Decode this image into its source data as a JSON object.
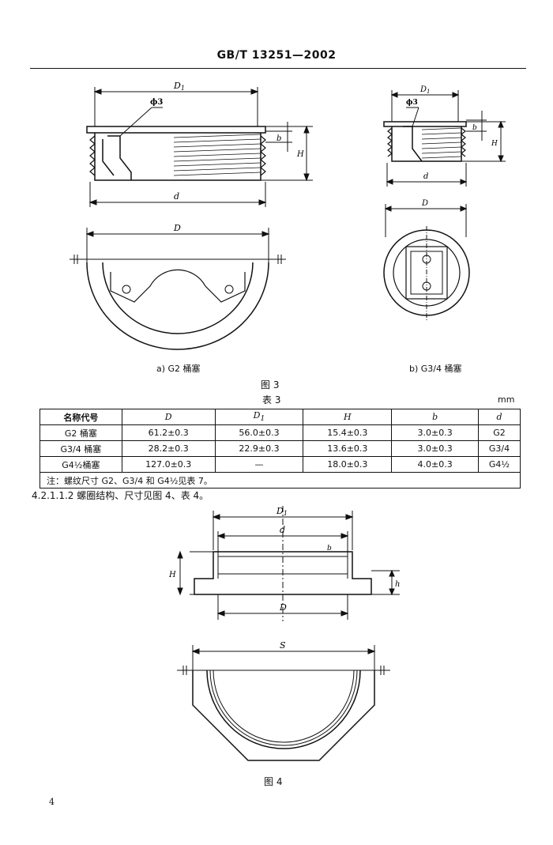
{
  "header": {
    "standard": "GB/T 13251—2002"
  },
  "figure3": {
    "caption_a": "a) G2 桶塞",
    "caption_b": "b) G3/4 桶塞",
    "title": "图 3",
    "labels": {
      "D1": "D",
      "D1_sub": "1",
      "phi3": "ϕ3",
      "b": "b",
      "H": "H",
      "d": "d",
      "D": "D"
    }
  },
  "table3": {
    "title": "表 3",
    "unit": "mm",
    "headers": [
      "名称代号",
      "D",
      "D",
      "H",
      "b",
      "d"
    ],
    "header_sub": [
      "",
      "",
      "1",
      "",
      "",
      ""
    ],
    "rows": [
      [
        "G2 桶塞",
        "61.2±0.3",
        "56.0±0.3",
        "15.4±0.3",
        "3.0±0.3",
        "G2"
      ],
      [
        "G3/4 桶塞",
        "28.2±0.3",
        "22.9±0.3",
        "13.6±0.3",
        "3.0±0.3",
        "G3/4"
      ],
      [
        "G4½桶塞",
        "127.0±0.3",
        "—",
        "18.0±0.3",
        "4.0±0.3",
        "G4½"
      ]
    ],
    "note": "注：螺纹尺寸 G2、G3/4 和 G4½见表 7。"
  },
  "section": {
    "text": "4.2.1.1.2   螺圈结构、尺寸见图 4、表 4。"
  },
  "figure4": {
    "title": "图 4",
    "labels": {
      "D1": "D",
      "D1_sub": "1",
      "d": "d",
      "b": "b",
      "H": "H",
      "h": "h",
      "D": "D",
      "S": "S"
    }
  },
  "page_number": "4"
}
